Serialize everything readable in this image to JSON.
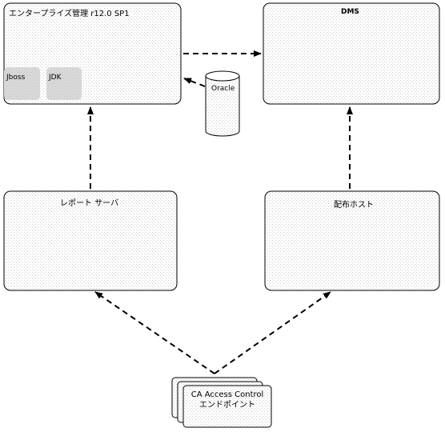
{
  "diagram": {
    "nodes": {
      "enterprise_manager": {
        "label": "エンタープライズ管理 r12.0 SP1"
      },
      "jboss": {
        "label": "Jboss"
      },
      "jdk": {
        "label": "JDK"
      },
      "dms": {
        "label": "DMS"
      },
      "oracle": {
        "label": "Oracle"
      },
      "report_server": {
        "label": "レポート サーバ"
      },
      "distribution_host": {
        "label": "配布ホスト"
      },
      "endpoint": {
        "label_line1": "CA Access Control",
        "label_line2": "エンドポイント"
      }
    },
    "edges": [
      {
        "from": "enterprise_manager",
        "to": "dms",
        "style": "dashed"
      },
      {
        "from": "oracle",
        "to": "enterprise_manager",
        "style": "dashed"
      },
      {
        "from": "report_server",
        "to": "enterprise_manager",
        "style": "dashed"
      },
      {
        "from": "distribution_host",
        "to": "dms",
        "style": "dashed"
      },
      {
        "from": "endpoint",
        "to": "report_server",
        "style": "dashed"
      },
      {
        "from": "endpoint",
        "to": "distribution_host",
        "style": "dashed"
      }
    ],
    "colors": {
      "box_fill": "#ffffff",
      "box_stroke": "#000000",
      "pattern_dot": "#cfcfcf",
      "inner_box_fill": "#d9d9d9",
      "shadow": "#e6e6e6"
    }
  }
}
